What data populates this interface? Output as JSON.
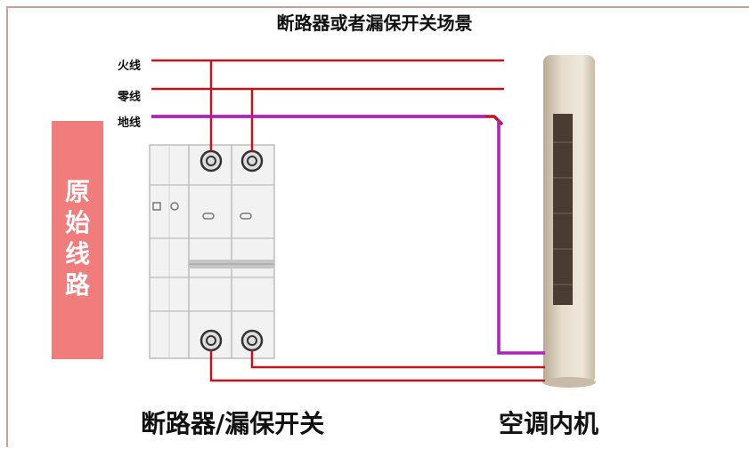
{
  "title": "断路器或者漏保开关场景",
  "wires": {
    "live": "火线",
    "neutral": "零线",
    "ground": "地线"
  },
  "side_label": "原\n始\n线\n路",
  "captions": {
    "breaker": "断路器/漏保开关",
    "indoor_unit": "空调内机"
  },
  "colors": {
    "live_wire": "#c0141e",
    "ground_wire": "#b020c0",
    "side_box": "#f07c7c",
    "frame": "#d79a9a"
  }
}
